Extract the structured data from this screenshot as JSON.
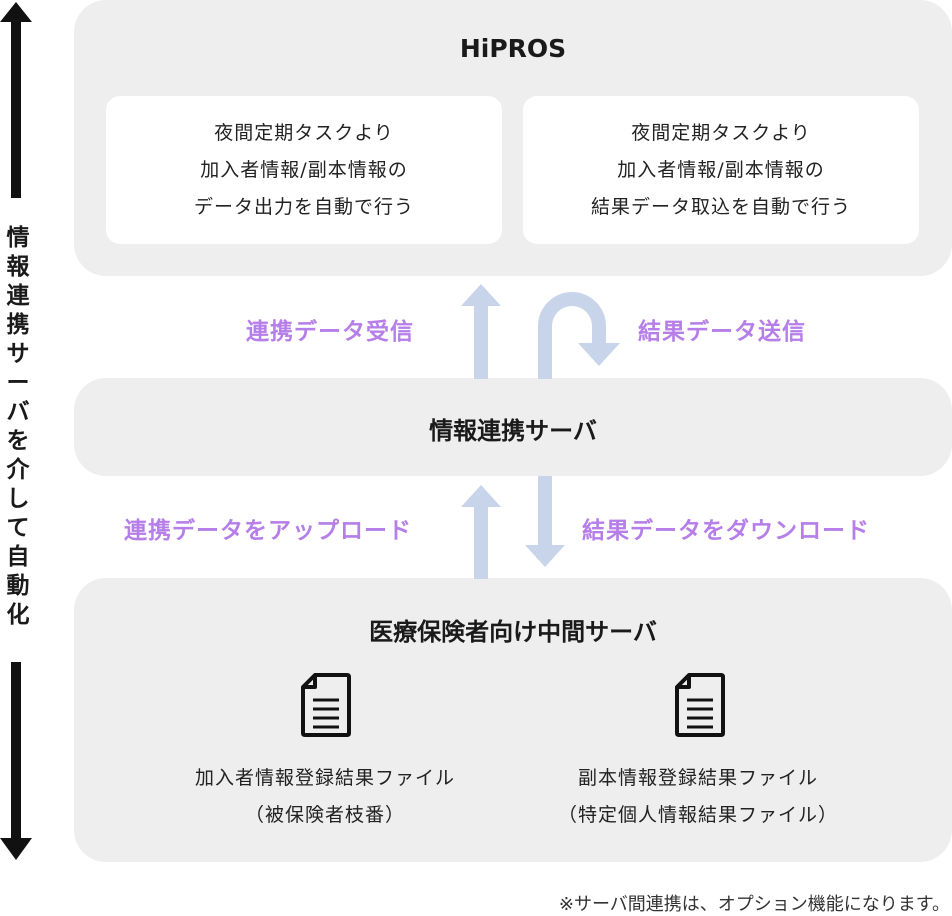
{
  "hipros": {
    "title": "HiPROS",
    "left_card": [
      "夜間定期タスクより",
      "加入者情報/副本情報の",
      "データ出力を自動で行う"
    ],
    "right_card": [
      "夜間定期タスクより",
      "加入者情報/副本情報の",
      "結果データ取込を自動で行う"
    ]
  },
  "flows": {
    "receive": "連携データ受信",
    "send": "結果データ送信",
    "upload": "連携データをアップロード",
    "download": "結果データをダウンロード"
  },
  "relay_server": {
    "title": "情報連携サーバ"
  },
  "medical_server": {
    "title": "医療保険者向け中間サーバ",
    "left_file": [
      "加入者情報登録結果ファイル",
      "（被保険者枝番）"
    ],
    "right_file": [
      "副本情報登録結果ファイル",
      "（特定個人情報結果ファイル）"
    ]
  },
  "side_label": "情報連携サーバを介して自動化",
  "footnote": "※サーバ間連携は、オプション機能になります。",
  "colors": {
    "panel": "#eeeeee",
    "card": "#ffffff",
    "flow_label": "#b57ee8",
    "flow_arrow": "#c8d4ea",
    "side_arrow": "#111111"
  },
  "icons": [
    "document-icon",
    "double-arrow-vertical"
  ]
}
